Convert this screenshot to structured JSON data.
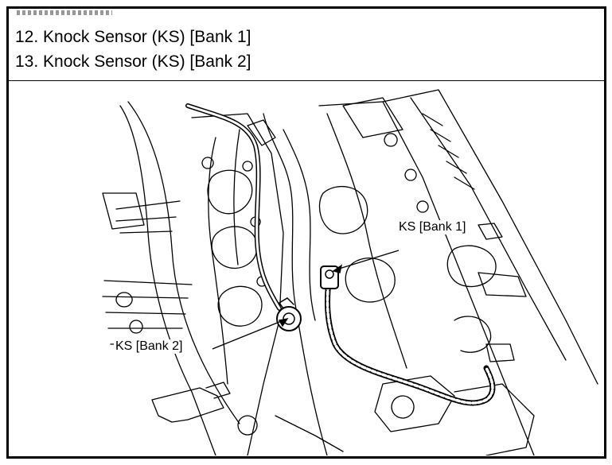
{
  "header": {
    "line1": "12. Knock Sensor (KS) [Bank 1]",
    "line2": "13. Knock Sensor (KS) [Bank 2]"
  },
  "diagram": {
    "callouts": {
      "bank1": "KS [Bank 1]",
      "bank2": "KS [Bank 2]"
    }
  }
}
